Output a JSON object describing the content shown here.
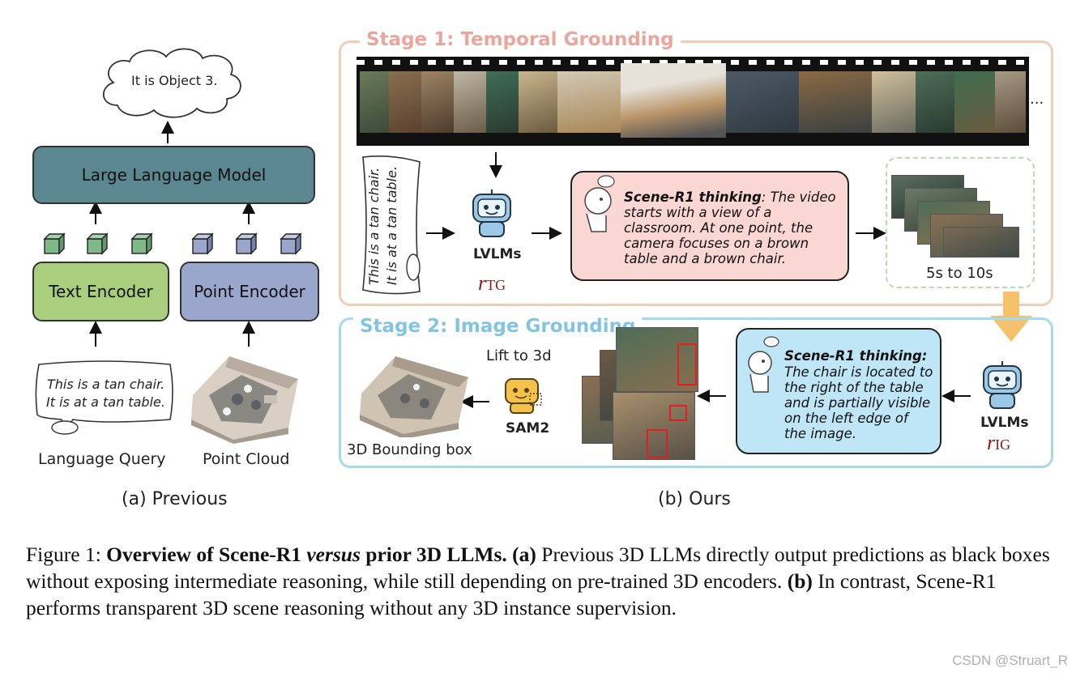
{
  "panel_a": {
    "speech_bubble": "It is Object 3.",
    "llm_label": "Large Language Model",
    "text_encoder": "Text Encoder",
    "point_encoder": "Point Encoder",
    "query_line1": "This is a tan chair.",
    "query_line2": "It is at a tan table.",
    "language_query_label": "Language Query",
    "point_cloud_label": "Point Cloud",
    "subtitle": "(a) Previous"
  },
  "panel_b": {
    "stage1_title": "Stage 1: Temporal Grounding",
    "stage2_title": "Stage 2: Image Grounding",
    "ellipsis": "...",
    "scroll_line1": "This is a tan chair.",
    "scroll_line2": "It is at a tan table.",
    "lvlm_label": "LVLMs",
    "r_symbol": "r",
    "r_tg_sub": "TG",
    "r_ig_sub": "IG",
    "thinking_title": "Scene-R1 thinking",
    "thinking1_rest": ": The video starts with a view of a classroom. At one point, the camera focuses on a brown table and a brown chair.",
    "thinking2_title": "Scene-R1 thinking:",
    "thinking2_body": "The chair is located to the right of the table and is partially visible on the left edge of the image.",
    "time_label": "5s to 10s",
    "lift_label": "Lift to 3d",
    "sam_label": "SAM2",
    "bbox_label": "3D Bounding box",
    "subtitle": "(b) Ours"
  },
  "caption": {
    "prefix": "Figure 1: ",
    "bold1": "Overview of Scene-R1 ",
    "italic1": "versus",
    "bold2": " prior 3D LLMs.",
    "a_label": " (a)",
    "a_text": " Previous 3D LLMs directly output predictions as black boxes without exposing intermediate reasoning, while still depending on pre-trained 3D encoders.",
    "b_label": " (b)",
    "b_text": " In contrast, Scene-R1 performs transparent 3D scene reasoning without any 3D instance supervision."
  },
  "watermark": "CSDN @Struart_R",
  "colors": {
    "llm_fill": "#5b8790",
    "text_encoder_fill": "#a9cf7e",
    "point_encoder_fill": "#9aa6cb",
    "cube_fill": "#7fb98a",
    "stage1_border": "#f0cdb6",
    "stage1_title": "#eba69c",
    "stage2_border": "#a8d8ec",
    "stage2_title": "#83c4e2",
    "thought1_fill": "#fbd7d3",
    "thought2_fill": "#bfe6f6",
    "orange_arrow": "#f5c16a",
    "r_color": "#8b1a1a"
  }
}
